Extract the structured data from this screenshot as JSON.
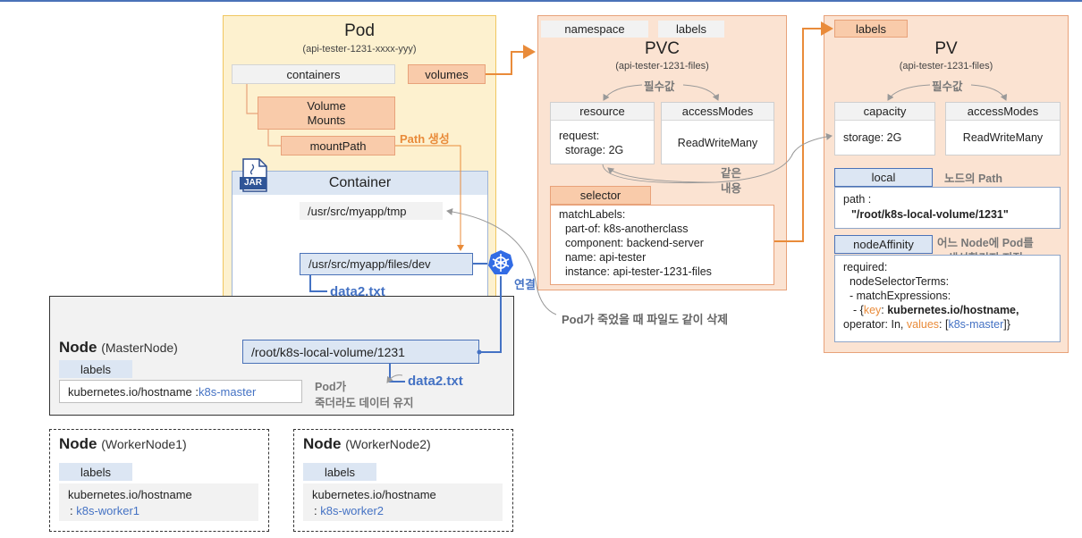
{
  "pod": {
    "title": "Pod",
    "subtitle": "(api-tester-1231-xxxx-yyy)",
    "containers_label": "containers",
    "volumes_label": "volumes",
    "volume_mounts_label": "Volume\nMounts",
    "mount_path_label": "mountPath",
    "path_create_note": "Path 생성",
    "jar_label": "JAR",
    "container_title": "Container",
    "tmp_path": "/usr/src/myapp/tmp",
    "files_path": "/usr/src/myapp/files/dev",
    "file_name": "data2.txt",
    "connect_label": "연결",
    "delete_note": "Pod가 죽었을 때 파일도 같이 삭제"
  },
  "pvc": {
    "namespace_tag": "namespace",
    "labels_tag": "labels",
    "title": "PVC",
    "subtitle": "(api-tester-1231-files)",
    "required_note": "필수값",
    "resource_head": "resource",
    "resource_body": [
      "request:",
      "  storage: 2G"
    ],
    "access_head": "accessModes",
    "access_body": "ReadWriteMany",
    "same_note": "같은\n내용",
    "selector_head": "selector",
    "selector_lines": [
      "matchLabels:",
      "  part-of: k8s-anotherclass",
      "  component: backend-server",
      "  name: api-tester",
      "  instance: api-tester-1231-files"
    ]
  },
  "pv": {
    "labels_tag": "labels",
    "title": "PV",
    "subtitle": "(api-tester-1231-files)",
    "required_note": "필수값",
    "capacity_head": "capacity",
    "capacity_body": "storage: 2G",
    "access_head": "accessModes",
    "access_body": "ReadWriteMany",
    "local_head": "local",
    "local_note": "노드의 Path",
    "local_path_label": "path :",
    "local_path_value": "\"/root/k8s-local-volume/1231\"",
    "affinity_head": "nodeAffinity",
    "affinity_note": "어느 Node에 Pod를\n생성할건지 지정",
    "affinity_lines": [
      "required:",
      "  nodeSelectorTerms:",
      "  - matchExpressions:"
    ],
    "affinity_key_label": "key",
    "affinity_key_value": "kubernetes.io/hostname,",
    "affinity_operator": "operator: In,",
    "affinity_values_label": "values",
    "affinity_values_value": "k8s-master"
  },
  "master_node": {
    "title": "Node",
    "subtitle": "(MasterNode)",
    "labels_tag": "labels",
    "hostname_key": "kubernetes.io/hostname :",
    "hostname_value": "k8s-master",
    "local_volume_path": "/root/k8s-local-volume/1231",
    "file_name": "data2.txt",
    "keep_note": "Pod가\n죽더라도 데이터 유지"
  },
  "worker_nodes": [
    {
      "title": "Node",
      "subtitle": "(WorkerNode1)",
      "labels_tag": "labels",
      "hostname_key": "kubernetes.io/hostname",
      "hostname_value": "k8s-worker1"
    },
    {
      "title": "Node",
      "subtitle": "(WorkerNode2)",
      "labels_tag": "labels",
      "hostname_key": "kubernetes.io/hostname",
      "hostname_value": "k8s-worker2"
    }
  ],
  "colors": {
    "accent_orange": "#e98b3a",
    "accent_blue": "#4472c4",
    "pod_fill": "#fdf1cf",
    "pv_fill": "#fbe3d2"
  },
  "icons": {
    "jar": "jar-file-icon",
    "k8s": "kubernetes-wheel-icon"
  }
}
